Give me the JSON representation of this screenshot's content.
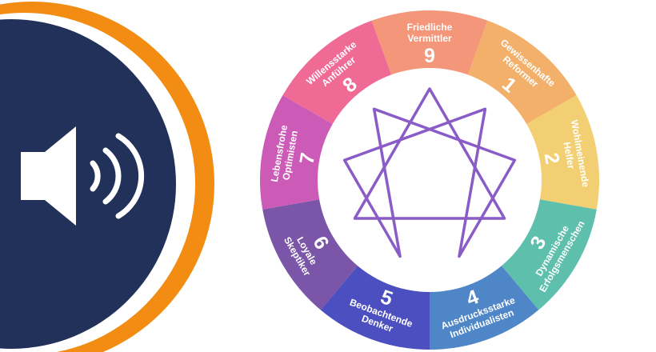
{
  "audio": {
    "icon": "speaker-volume-icon",
    "colors": {
      "panel": "#22315a",
      "accent_ring": "#f28c13",
      "icon": "#ffffff"
    }
  },
  "enneagram": {
    "colors": {
      "star_lines": "#8a5cc7",
      "center": "#ffffff"
    },
    "segments": [
      {
        "number": "9",
        "lines": [
          "Friedliche",
          "Vermittler"
        ],
        "color": "#f3967a"
      },
      {
        "number": "1",
        "lines": [
          "Gewissenhafte",
          "Reformer"
        ],
        "color": "#f2b06b"
      },
      {
        "number": "2",
        "lines": [
          "Wohlmeinende",
          "Helfer"
        ],
        "color": "#f2cf72"
      },
      {
        "number": "3",
        "lines": [
          "Dynamische",
          "Erfolgsmenschen"
        ],
        "color": "#5ebfac"
      },
      {
        "number": "4",
        "lines": [
          "Ausdrucksstarke",
          "Individualisten"
        ],
        "color": "#4e86c7"
      },
      {
        "number": "5",
        "lines": [
          "Beobachtende",
          "Denker"
        ],
        "color": "#4b4fbf"
      },
      {
        "number": "6",
        "lines": [
          "Loyale",
          "Skeptiker"
        ],
        "color": "#7a55a8"
      },
      {
        "number": "7",
        "lines": [
          "Lebensfrohe",
          "Optimisten"
        ],
        "color": "#cc5ab7"
      },
      {
        "number": "8",
        "lines": [
          "Willensstarke",
          "Anführer"
        ],
        "color": "#ef6b95"
      }
    ]
  }
}
